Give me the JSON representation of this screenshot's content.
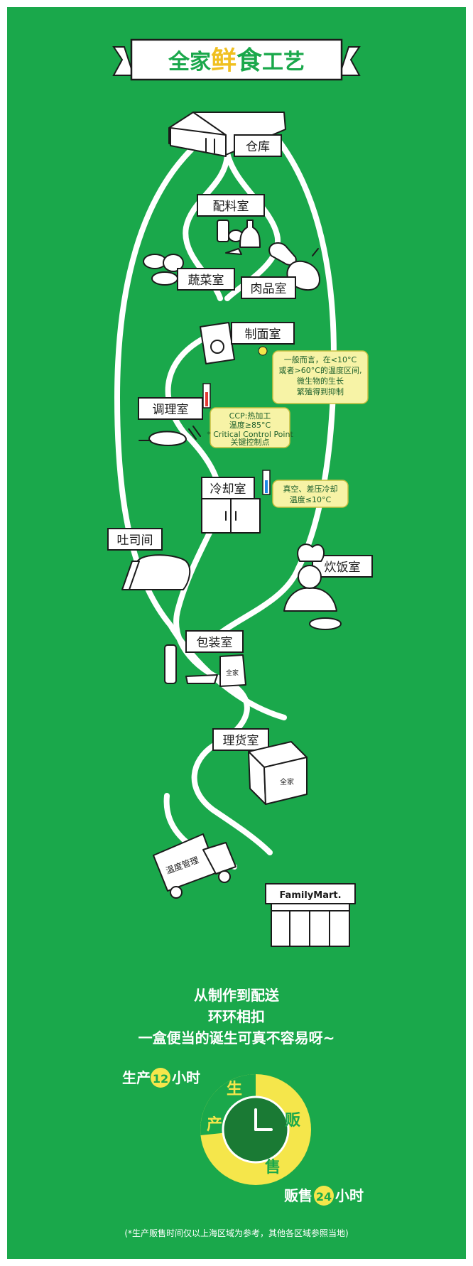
{
  "title": {
    "part1": "全家",
    "part2": "鲜",
    "part3": "食",
    "part4": "工艺"
  },
  "stations": {
    "warehouse": "仓库",
    "ingredients": "配料室",
    "vegetables": "蔬菜室",
    "meat": "肉品室",
    "noodles": "制面室",
    "cooking": "调理室",
    "cooling": "冷却室",
    "toast": "吐司间",
    "rice": "炊饭室",
    "packing": "包装室",
    "sorting": "理货室",
    "store": "FamilyMart."
  },
  "box_labels": {
    "bag": "全家",
    "box": "全家"
  },
  "truck_label": "温度管理",
  "notes": {
    "bacteria": [
      "一般而言，在<10°C",
      "或者>60°C的温度区间,",
      "微生物的生长",
      "繁殖得到抑制"
    ],
    "ccp_line1": "CCP:热加工",
    "ccp_line2": "温度≥85°C",
    "ccp_line3": "* Critical Control Point",
    "ccp_line4": "关键控制点",
    "cooling_line1": "真空、差压冷却",
    "cooling_line2": "温度≤10°C"
  },
  "captions": {
    "line1": "从制作到配送",
    "line2": "环环相扣",
    "line3": "一盒便当的诞生可真不容易呀~"
  },
  "clock": {
    "produce_prefix": "生产",
    "produce_hours": "12",
    "produce_suffix": "小时",
    "sell_prefix": "贩售",
    "sell_hours": "24",
    "sell_suffix": "小时",
    "ring_chars": [
      "生",
      "产",
      "贩",
      "售"
    ]
  },
  "footnote": "(*生产贩售时间仅以上海区域为参考，其他各区域参照当地)",
  "colors": {
    "background": "#1aa84b",
    "note_yellow": "#f7f3a6",
    "accent_yellow": "#f5e64b",
    "dark_green": "#1a7a34"
  }
}
